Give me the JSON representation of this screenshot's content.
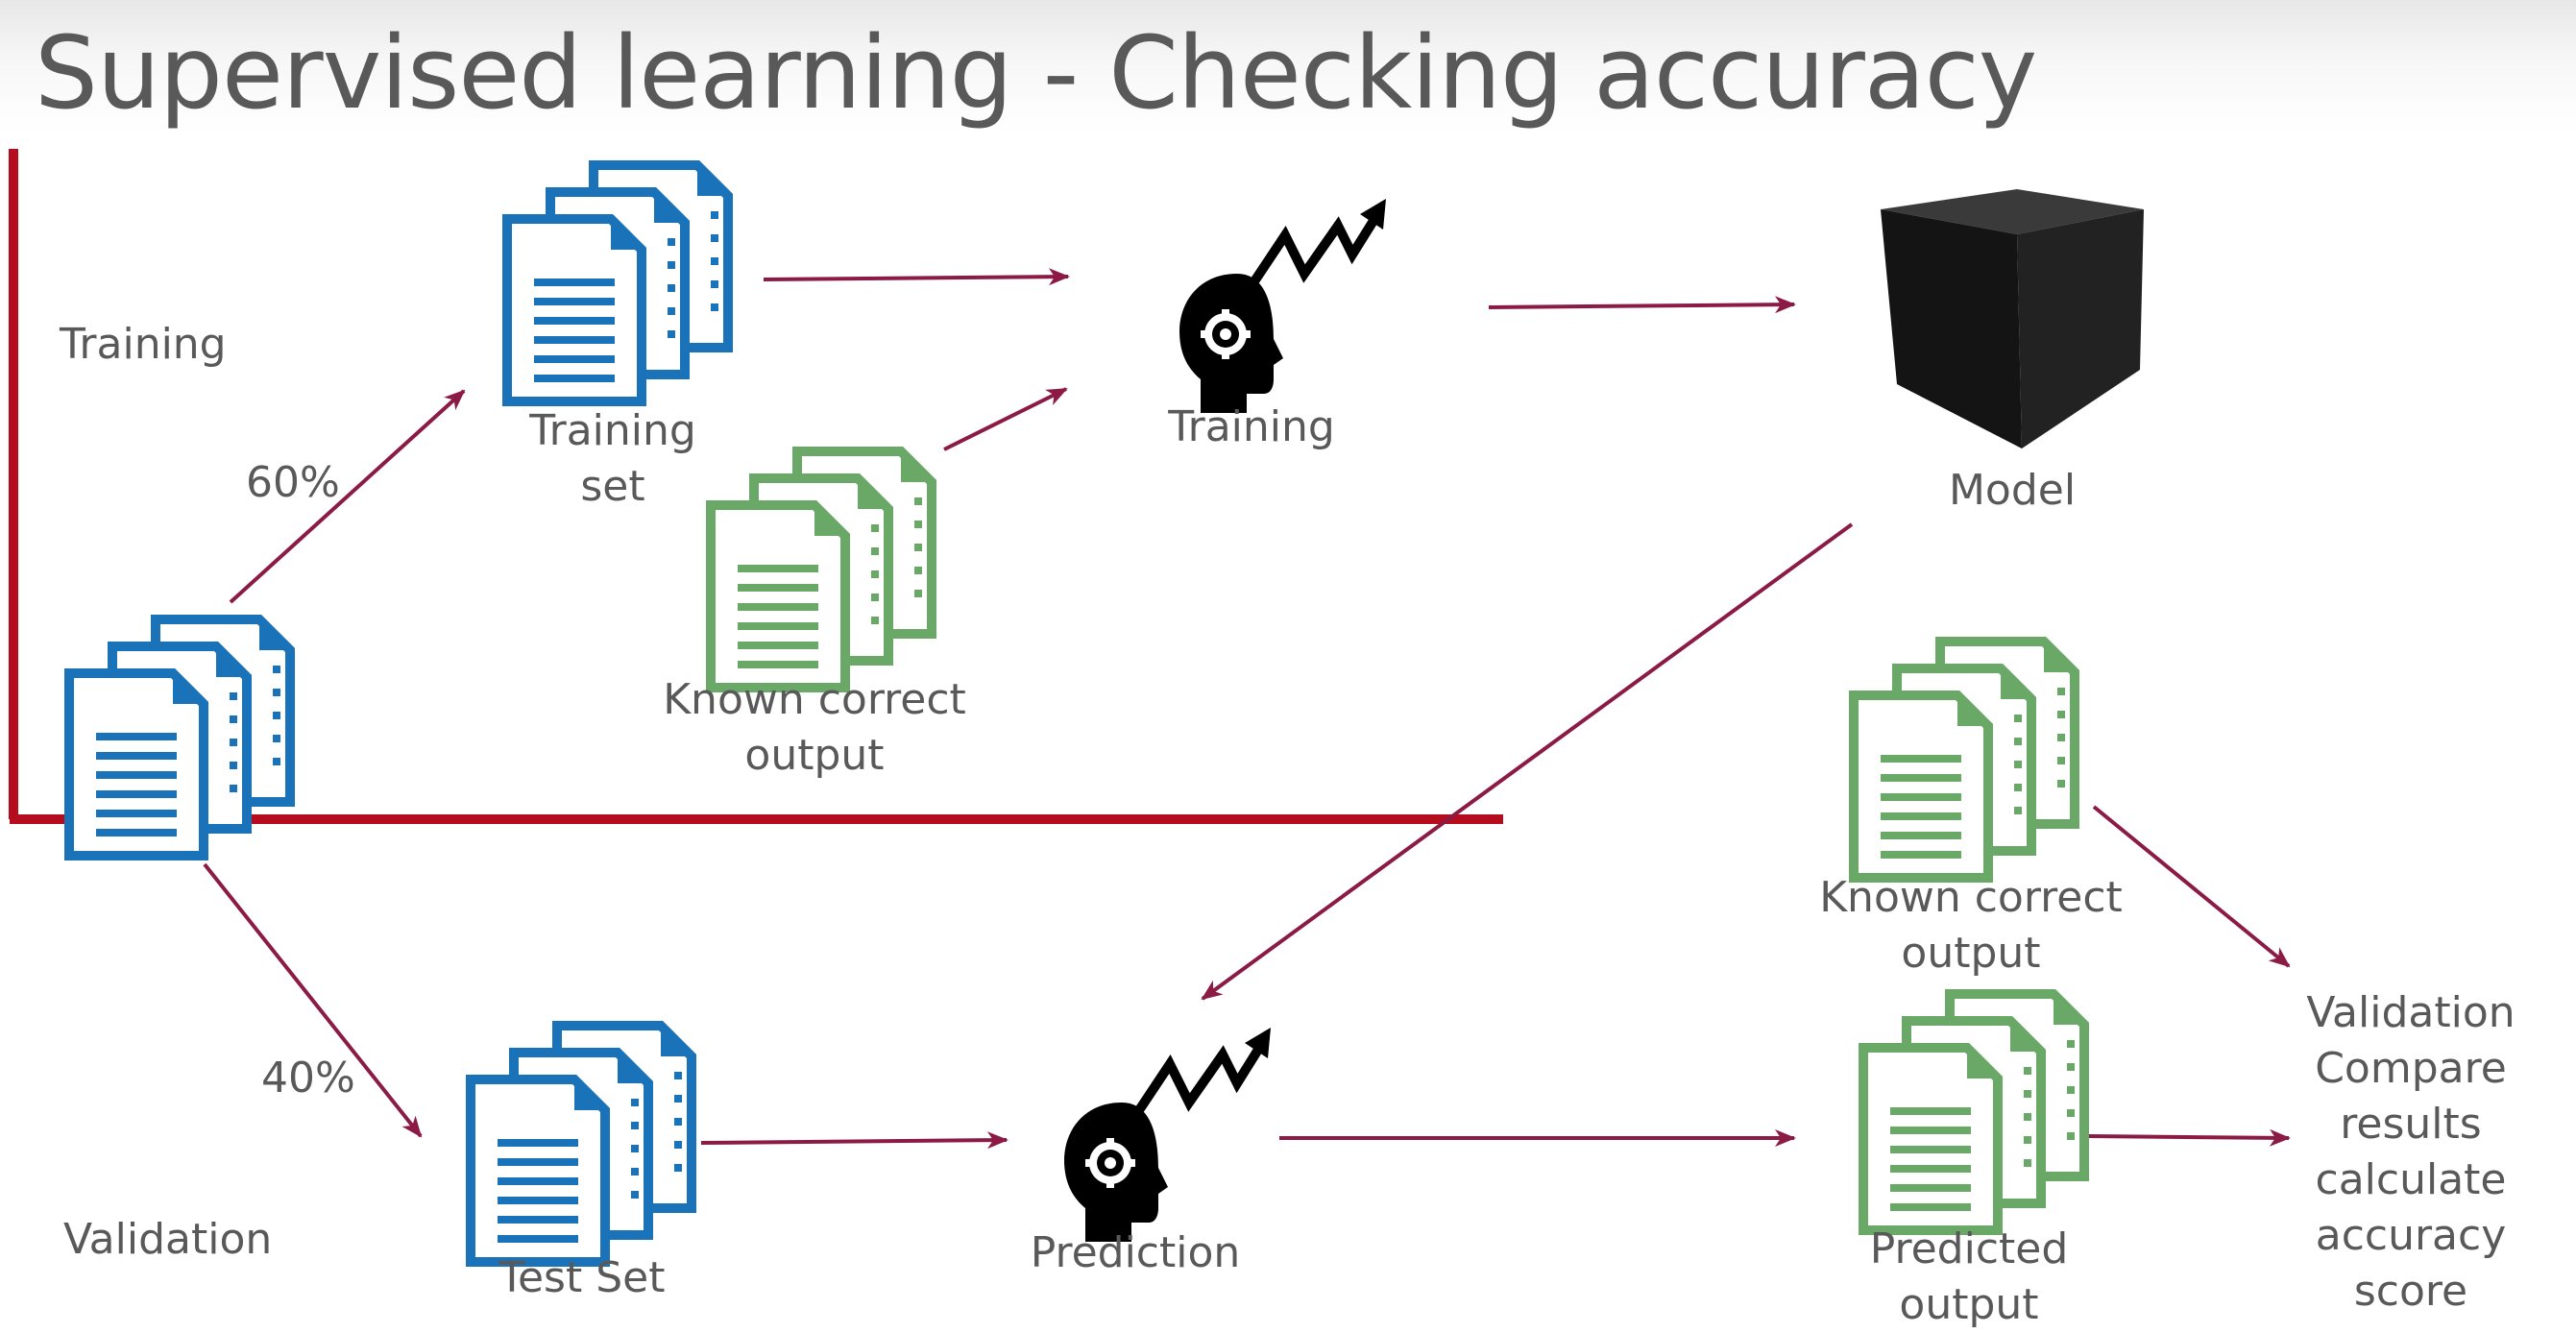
{
  "title": "Supervised learning - Checking accuracy",
  "sections": {
    "training": "Training",
    "validation": "Validation"
  },
  "split": {
    "training_pct": "60%",
    "validation_pct": "40%"
  },
  "nodes": {
    "training_set": "Training\nset",
    "known_correct_output_top": "Known correct\noutput",
    "training_step": "Training",
    "model": "Model",
    "known_correct_output_bottom": "Known correct\noutput",
    "validation_step": "Validation\nCompare\nresults\ncalculate\naccuracy\nscore",
    "test_set": "Test Set",
    "prediction_step": "Prediction",
    "predicted_output": "Predicted\noutput"
  },
  "colors": {
    "arrow": "#8b1a44",
    "divider": "#b50d1e",
    "doc_blue": "#1a73b8",
    "doc_green": "#6aa867",
    "text": "#595959",
    "model_cube": "#1a1a1a"
  },
  "icons": {
    "dataset": "document-stack-icon",
    "labels": "document-stack-icon",
    "process": "head-gear-growth-icon",
    "model": "black-box-cube-icon"
  }
}
